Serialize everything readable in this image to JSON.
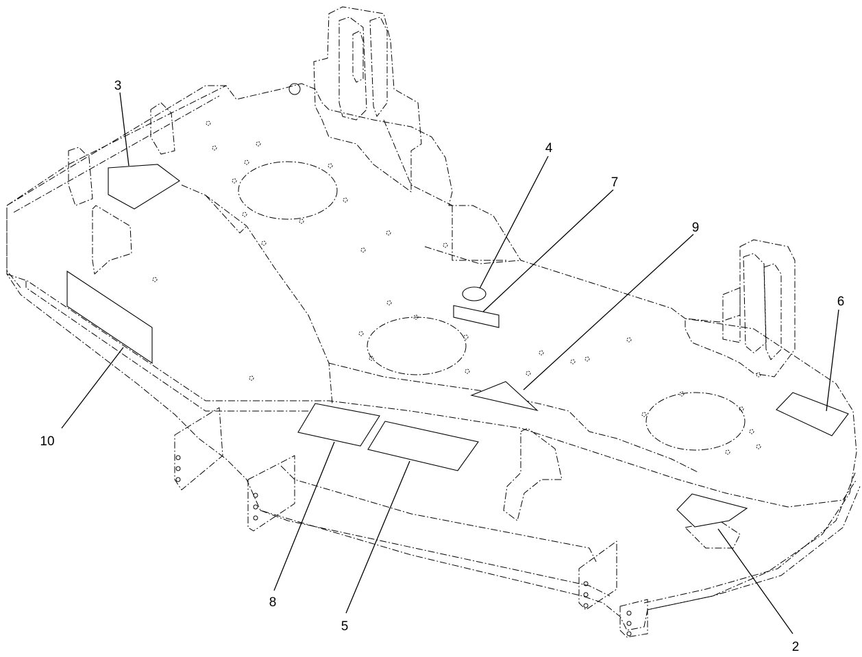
{
  "callouts": [
    {
      "id": "c2",
      "label": "2"
    },
    {
      "id": "c3",
      "label": "3"
    },
    {
      "id": "c4",
      "label": "4"
    },
    {
      "id": "c5",
      "label": "5"
    },
    {
      "id": "c6",
      "label": "6"
    },
    {
      "id": "c7",
      "label": "7"
    },
    {
      "id": "c8",
      "label": "8"
    },
    {
      "id": "c9",
      "label": "9"
    },
    {
      "id": "c10",
      "label": "10"
    }
  ]
}
